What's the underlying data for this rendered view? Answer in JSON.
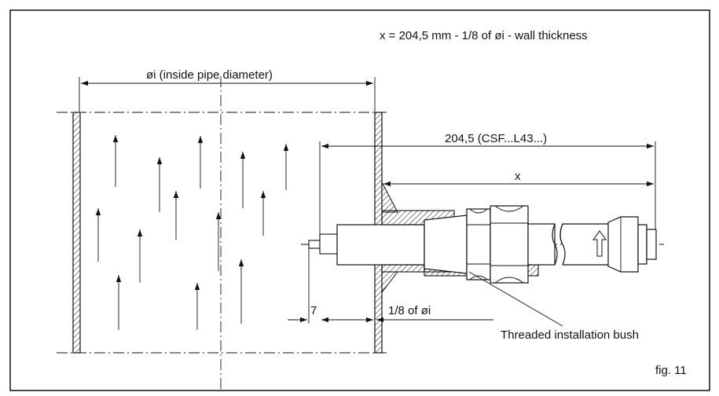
{
  "formula": "x = 204,5 mm - 1/8 of øi - wall thickness",
  "dim_inside_diameter": "øi (inside pipe diameter)",
  "dim_total_length": "204,5 (CSF...L43...)",
  "dim_x": "x",
  "dim_offset": "7",
  "dim_eighth": "1/8 of øi",
  "callout_bush": "Threaded installation bush",
  "figure_label": "fig. 11",
  "colors": {
    "ink": "#111111",
    "background": "#ffffff"
  },
  "flow_arrow_icon": "arrow-up-icon"
}
